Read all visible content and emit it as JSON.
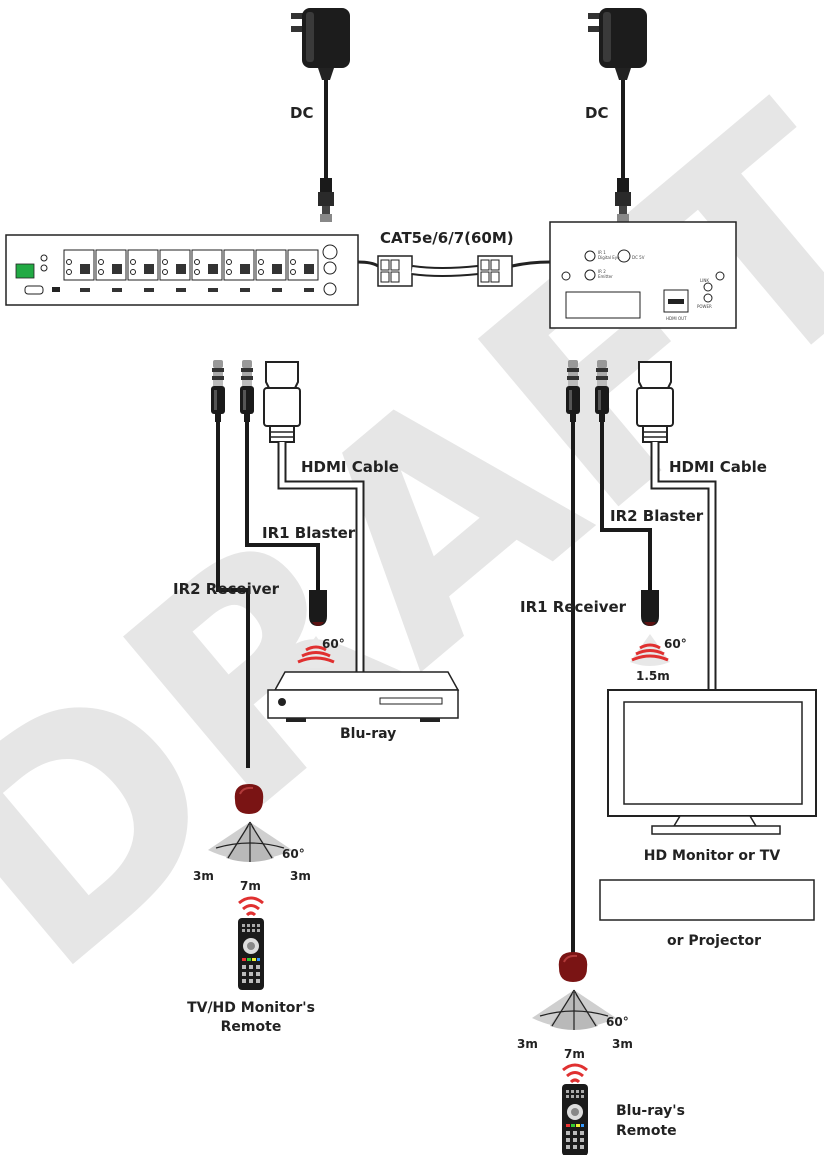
{
  "watermark": "DRAFT",
  "labels": {
    "dc_left": "DC",
    "dc_right": "DC",
    "cat_cable": "CAT5e/6/7(60M)",
    "hdmi_cable_left": "HDMI Cable",
    "hdmi_cable_right": "HDMI Cable",
    "ir1_blaster": "IR1 Blaster",
    "ir2_blaster": "IR2 Blaster",
    "ir2_receiver": "IR2 Receiver",
    "ir1_receiver": "IR1 Receiver",
    "bluray": "Blu-ray",
    "hd_monitor": "HD Monitor or TV",
    "projector": "or Projector",
    "tv_remote_line1": "TV/HD Monitor's",
    "tv_remote_line2": "Remote",
    "bluray_remote_line1": "Blu-ray's",
    "bluray_remote_line2": "Remote"
  },
  "blaster_specs": {
    "angle": "60°",
    "distance": "1.5m"
  },
  "receiver_specs": {
    "angle": "60°",
    "side_range": "3m",
    "center_range": "7m"
  },
  "receiver_panel": {
    "ir1": "IR 1",
    "ir1_sub": "Digital Eye",
    "ir2": "IR 2",
    "ir2_sub": "Emitter",
    "dc": "DC 5V",
    "link": "LINK",
    "power": "POWER",
    "hdmi_out": "HDMI OUT"
  },
  "colors": {
    "cable": "#1a1a1a",
    "ir_red": "#e03030",
    "receiver_body": "#7a1414",
    "fan": "#cfcfcf",
    "watermark": "#e6e6e6"
  }
}
